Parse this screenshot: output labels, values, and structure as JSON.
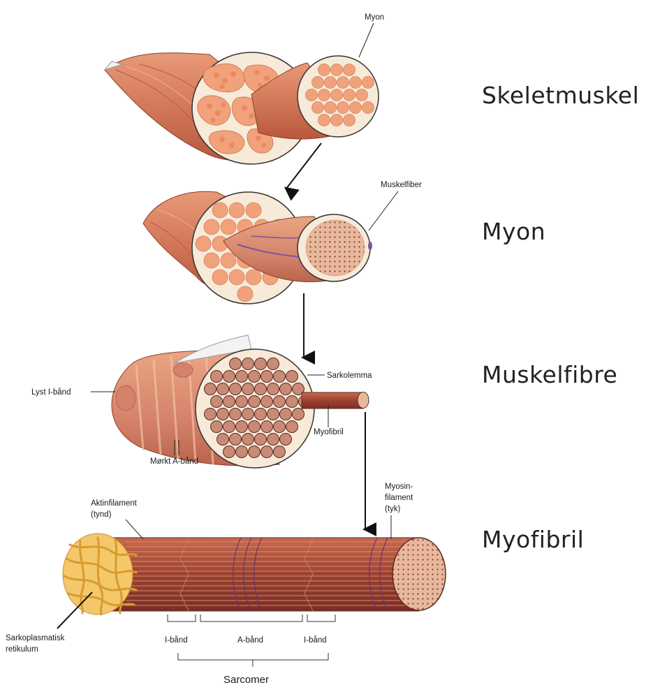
{
  "levels": {
    "skeletmuskel": "Skeletmuskel",
    "myon": "Myon",
    "muskelfibre": "Muskelfibre",
    "myofibril": "Myofibril"
  },
  "labels": {
    "myon": "Myon",
    "muskelfiber": "Muskelfiber",
    "sarkolemma": "Sarkolemma",
    "lyst_i_band": "Lyst I-bånd",
    "myofibril": "Myofibril",
    "morkt_a_band": "Mørkt A-bånd",
    "aktinfilament_line1": "Aktinfilament",
    "aktinfilament_line2": "(tynd)",
    "myosin_line1": "Myosin-",
    "myosin_line2": "filament",
    "myosin_line3": "(tyk)",
    "sarkoplasmatisk_line1": "Sarkoplasmatisk",
    "sarkoplasmatisk_line2": "retikulum",
    "i_band_left": "I-bånd",
    "a_band": "A-bånd",
    "i_band_right": "I-bånd",
    "sarcomer": "Sarcomer"
  },
  "colors": {
    "muscle": "#d9805f",
    "muscle_dark": "#b85a3e",
    "fascicle_fill": "#f2a27a",
    "connective": "#f7ead8",
    "fibril_cut": "#e8b89c",
    "reticulum": "#f0c060",
    "outline": "#2b2b2b"
  }
}
